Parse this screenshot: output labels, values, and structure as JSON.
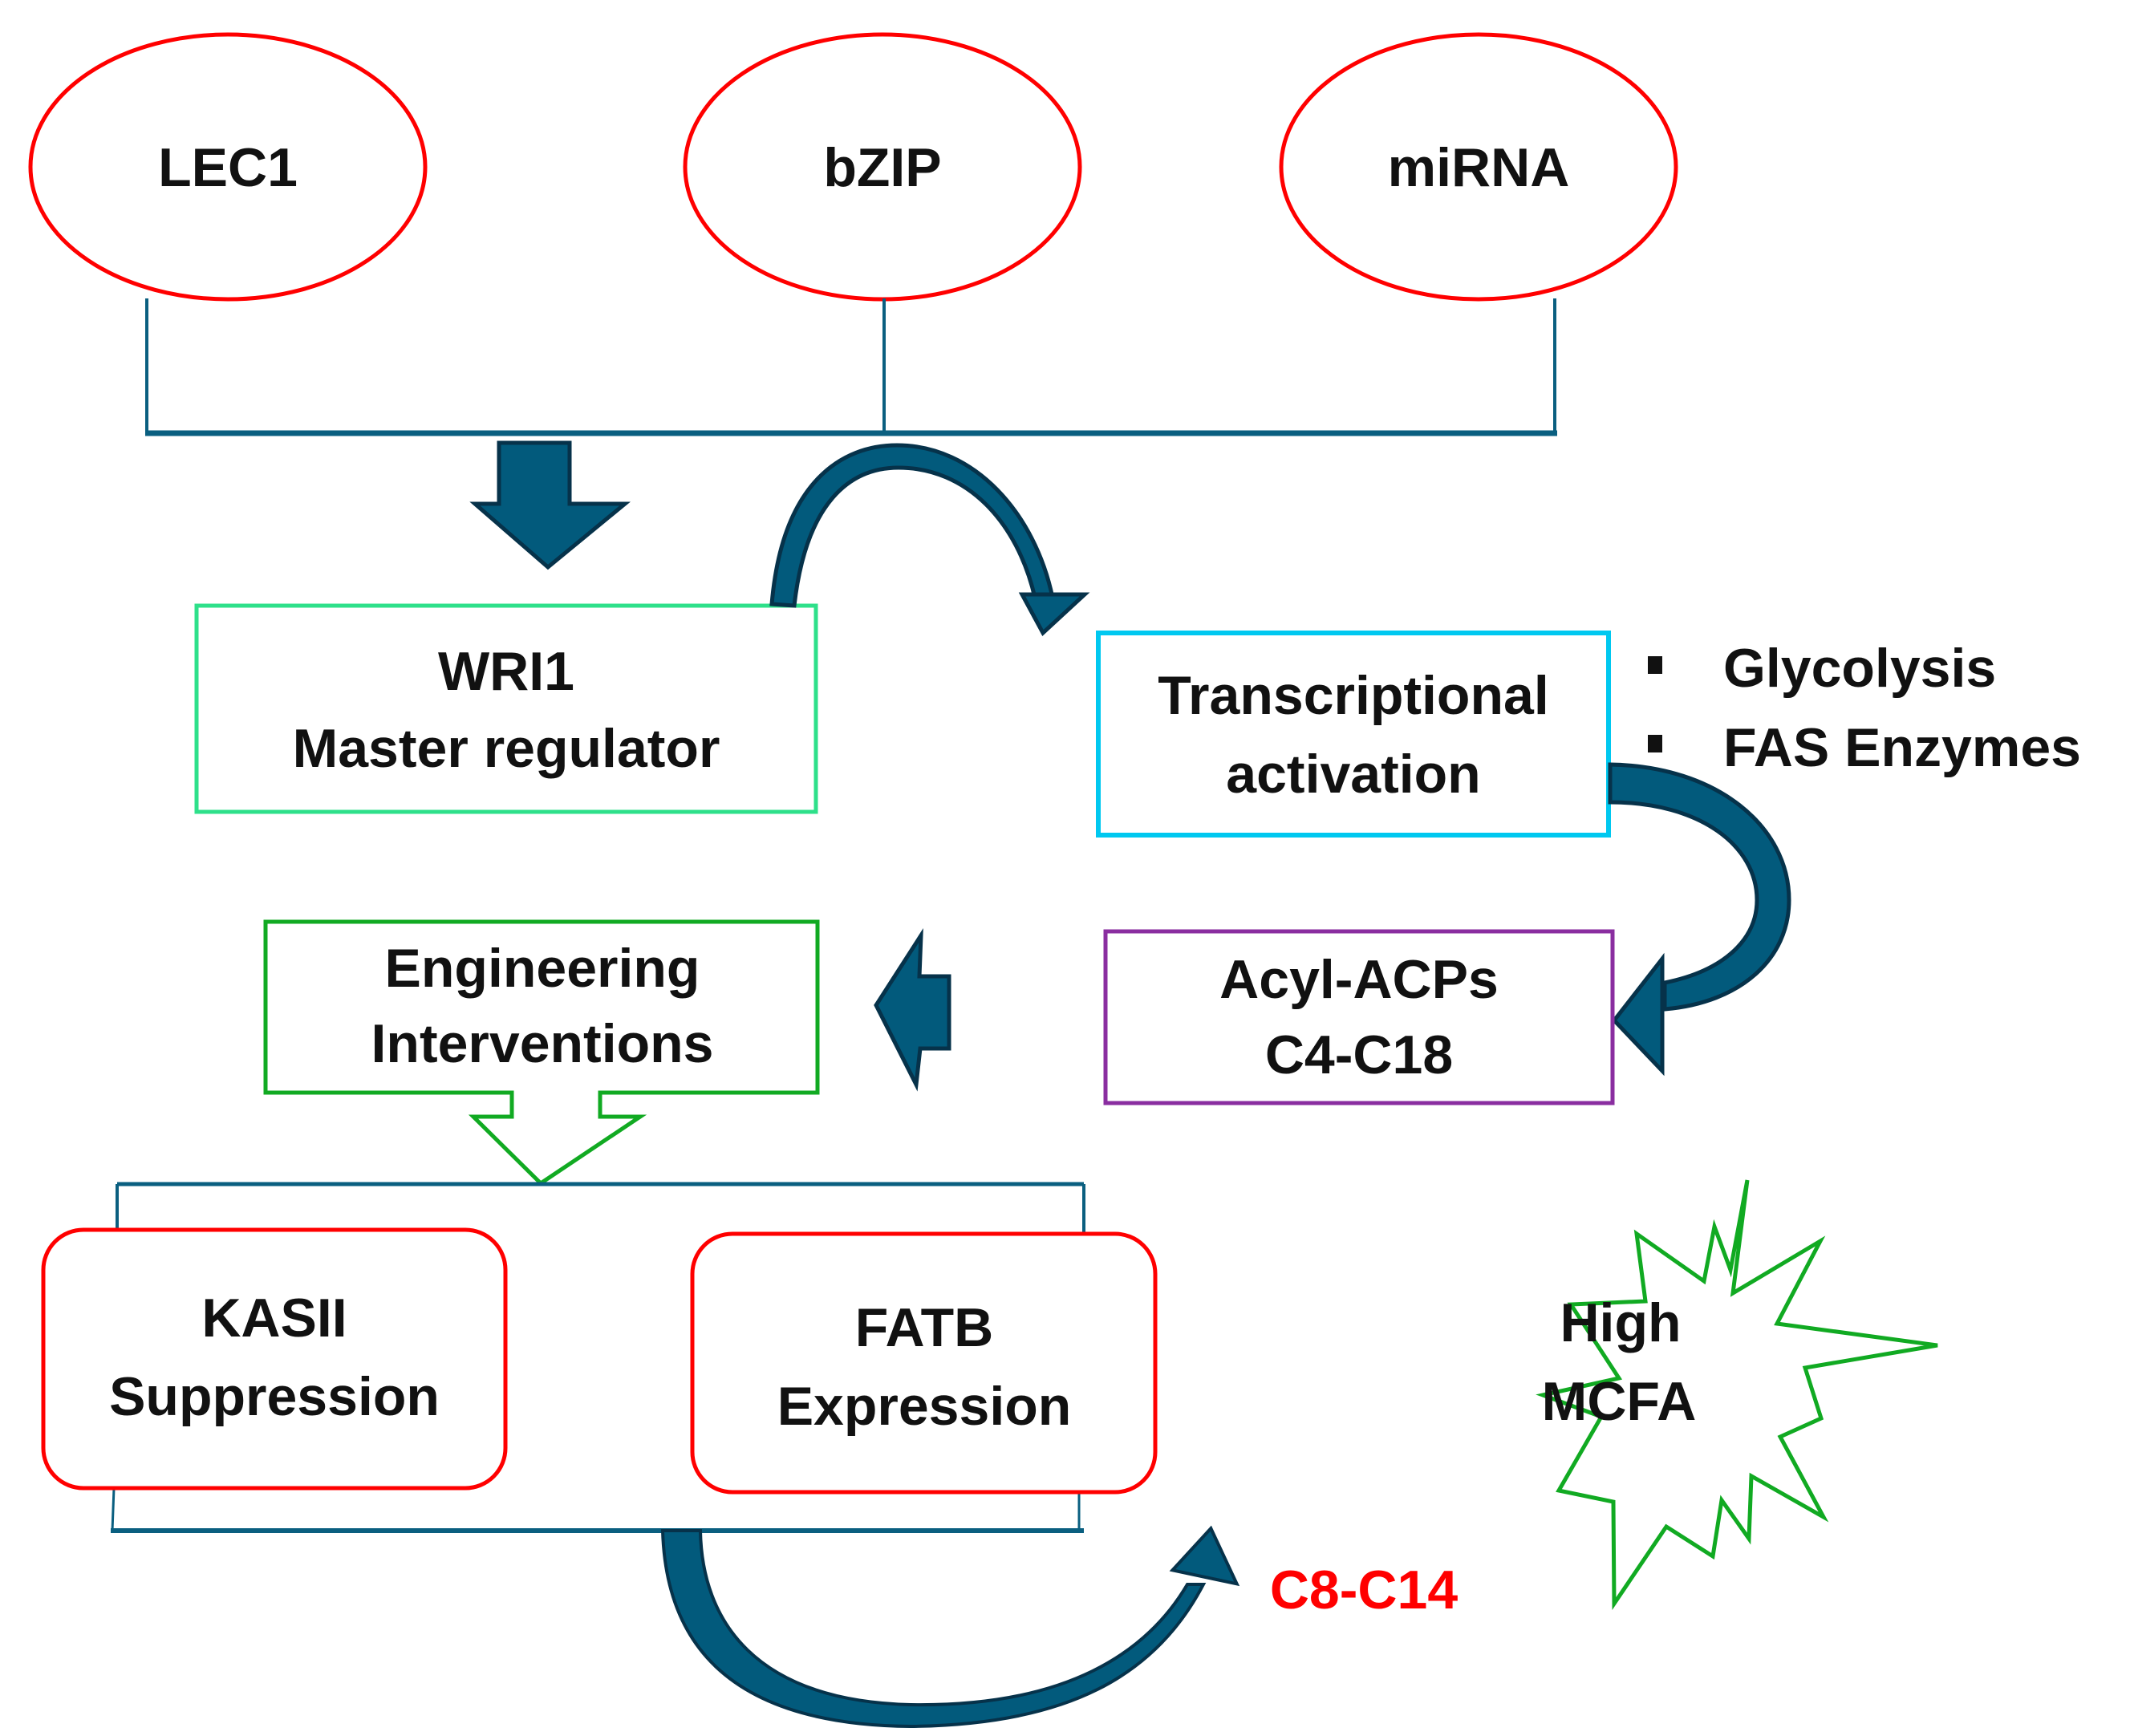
{
  "diagram": {
    "regulators": [
      {
        "id": "lec1",
        "label": "LEC1"
      },
      {
        "id": "bzip",
        "label": "bZIP"
      },
      {
        "id": "mirna",
        "label": "miRNA"
      }
    ],
    "master_regulator": {
      "line1": "WRI1",
      "line2": "Master regulator"
    },
    "transcriptional_activation": {
      "line1": "Transcriptional",
      "line2": "activation"
    },
    "activated_targets": [
      "Glycolysis",
      "FAS Enzymes"
    ],
    "acyl_acps": {
      "line1": "Acyl-ACPs",
      "line2": "C4-C18"
    },
    "engineering_interventions": {
      "line1": "Engineering",
      "line2": "Interventions"
    },
    "interventions": [
      {
        "id": "kasii",
        "line1": "KASII",
        "line2": "Suppression"
      },
      {
        "id": "fatb",
        "line1": "FATB",
        "line2": "Expression"
      }
    ],
    "outcome": {
      "line1": "High",
      "line2": "MCFA"
    },
    "outcome_chain_label": "C8-C14"
  },
  "colors": {
    "regulator_outline": "#ff0000",
    "connector_line": "#0a5f80",
    "arrow_fill": "#025a7c",
    "arrow_outline": "#06324a",
    "master_regulator_border": "#2ee08a",
    "transcriptional_border": "#00c8f0",
    "acyl_border": "#8a2ea0",
    "engineering_border": "#11aa22",
    "intervention_border": "#ff0000",
    "outcome_outline": "#11aa22",
    "chain_label": "#ff0000"
  }
}
